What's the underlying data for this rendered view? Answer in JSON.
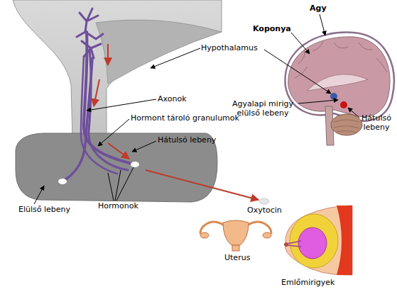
{
  "diagram": {
    "labels": [
      "Hypothalamus",
      "Axonok",
      "Hormont tároló granulumok",
      "Hátulsó lebeny",
      "Elülső lebeny",
      "Hormonok",
      "Oxytocin",
      "Uterus",
      "Emlőmirigyek",
      "Agy",
      "Koponya",
      "Agyalapi mirigy elülső lebeny",
      "Hátulsó lebeny"
    ]
  }
}
